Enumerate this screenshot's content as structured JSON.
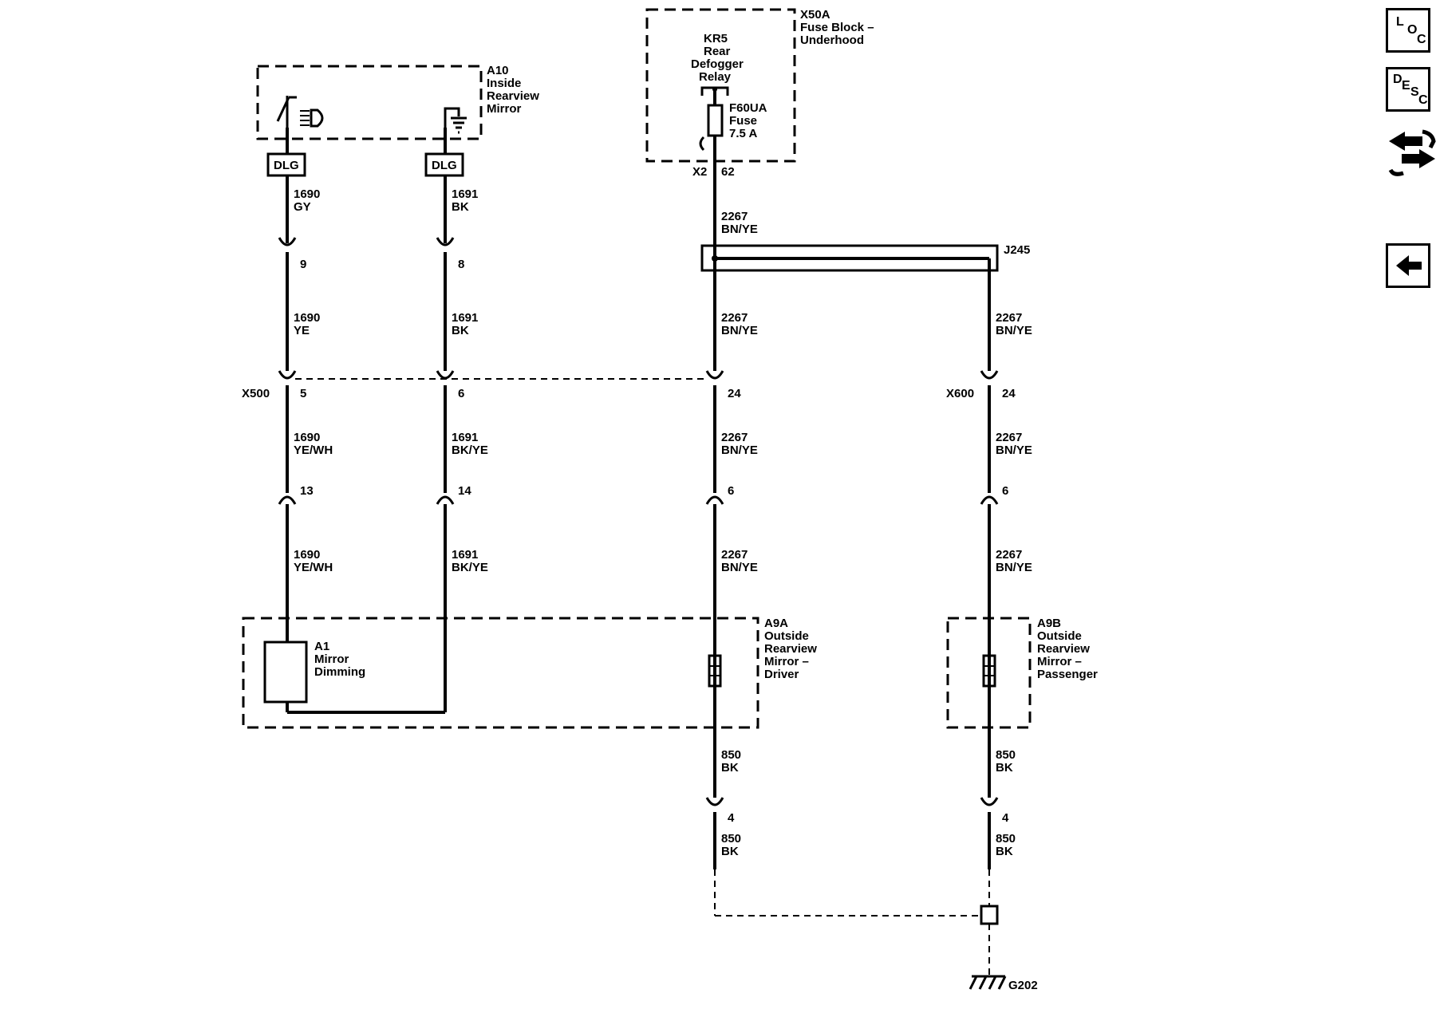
{
  "nav": {
    "loc": [
      "L",
      "O",
      "C"
    ],
    "desc": [
      "D",
      "E",
      "S",
      "C"
    ],
    "swap_icon": "connector-swap-icon",
    "back_icon": "back-arrow-icon"
  },
  "components": {
    "a10": {
      "id": "A10",
      "lines": [
        "Inside",
        "Rearview",
        "Mirror"
      ]
    },
    "x50a": {
      "id": "X50A",
      "lines": [
        "Fuse Block –",
        "Underhood"
      ]
    },
    "kr5": {
      "id": "KR5",
      "lines": [
        "Rear",
        "Defogger",
        "Relay"
      ]
    },
    "f60ua": {
      "id": "F60UA",
      "lines": [
        "Fuse",
        "7.5 A"
      ]
    },
    "a1": {
      "id": "A1",
      "lines": [
        "Mirror",
        "Dimming"
      ]
    },
    "a9a": {
      "id": "A9A",
      "lines": [
        "Outside",
        "Rearview",
        "Mirror –",
        "Driver"
      ]
    },
    "a9b": {
      "id": "A9B",
      "lines": [
        "Outside",
        "Rearview",
        "Mirror –",
        "Passenger"
      ]
    },
    "j245": "J245",
    "g202": "G202",
    "dlg": "DLG"
  },
  "connectors": {
    "x2": "X2",
    "x2_pin": "62",
    "x500": "X500",
    "x600": "X600",
    "pins": {
      "c1_top": "9",
      "c2_top": "8",
      "c1_x500": "5",
      "c2_x500": "6",
      "c3_x500": "24",
      "c4_x600": "24",
      "c1_mid": "13",
      "c2_mid": "14",
      "c3_mid": "6",
      "c4_mid": "6",
      "c3_bot": "4",
      "c4_bot": "4"
    }
  },
  "wires": {
    "w1690": "1690",
    "w1691": "1691",
    "w2267": "2267",
    "w850": "850",
    "gy": "GY",
    "bk": "BK",
    "ye": "YE",
    "yewh": "YE/WH",
    "bkye": "BK/YE",
    "bnye": "BN/YE"
  }
}
